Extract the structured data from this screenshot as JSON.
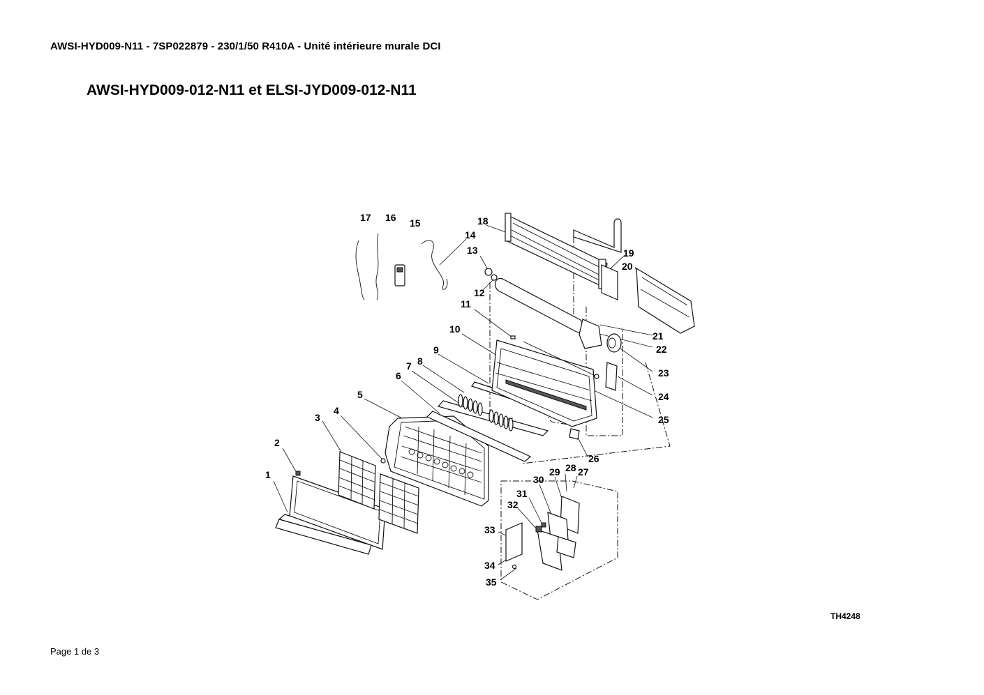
{
  "header": {
    "text": "AWSI-HYD009-N11 - 7SP022879 - 230/1/50 R410A - Unité intérieure murale DCI"
  },
  "title": {
    "text": "AWSI-HYD009-012-N11 et ELSI-JYD009-012-N11"
  },
  "drawing_code": "TH4248",
  "footer": {
    "page": "Page 1 de 3"
  },
  "diagram": {
    "labels": [
      "1",
      "2",
      "3",
      "4",
      "5",
      "6",
      "7",
      "8",
      "9",
      "10",
      "11",
      "12",
      "13",
      "14",
      "15",
      "16",
      "17",
      "18",
      "19",
      "20",
      "21",
      "22",
      "23",
      "24",
      "25",
      "26",
      "27",
      "28",
      "29",
      "30",
      "31",
      "32",
      "33",
      "34",
      "35"
    ]
  }
}
